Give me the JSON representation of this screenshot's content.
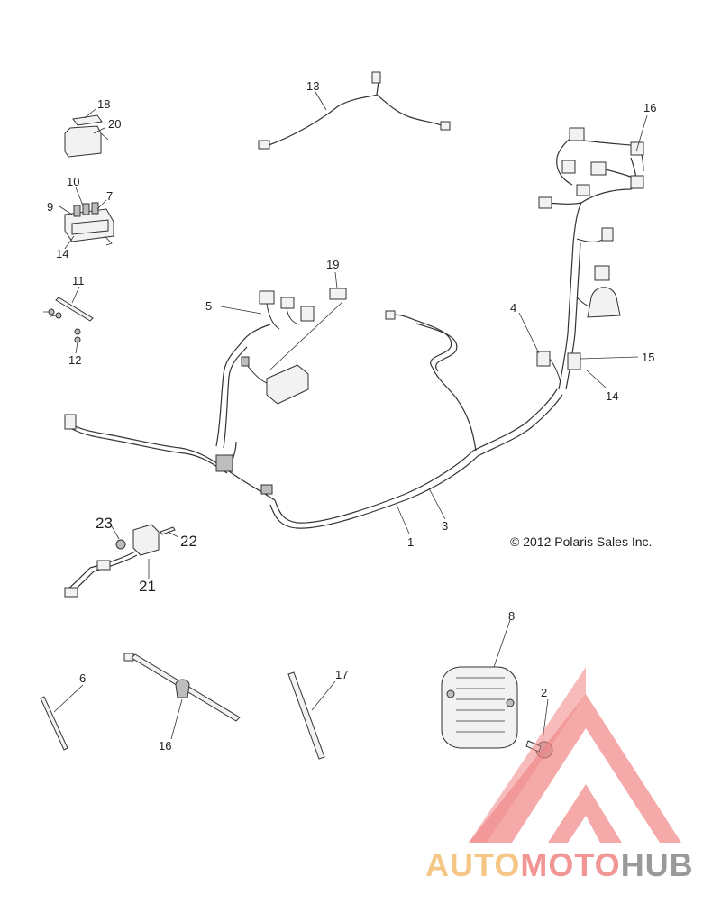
{
  "callouts": {
    "c1": "1",
    "c2": "2",
    "c3": "3",
    "c4": "4",
    "c5": "5",
    "c6": "6",
    "c7": "7",
    "c8": "8",
    "c9": "9",
    "c10": "10",
    "c11": "11",
    "c12": "12",
    "c13": "13",
    "c14a": "14",
    "c14b": "14",
    "c15": "15",
    "c16a": "16",
    "c16b": "16",
    "c17": "17",
    "c18": "18",
    "c19": "19",
    "c20": "20",
    "c21": "21",
    "c22": "22",
    "c23": "23"
  },
  "copyright": "© 2012 Polaris Sales Inc.",
  "watermark": {
    "part_auto": "AUTO",
    "part_moto": "MOTO",
    "part_hub": "HUB",
    "colors": {
      "auto": "#f5c27a",
      "moto": "#f08a8a",
      "hub": "#8f8f8f",
      "triangle": "#f08080"
    }
  }
}
